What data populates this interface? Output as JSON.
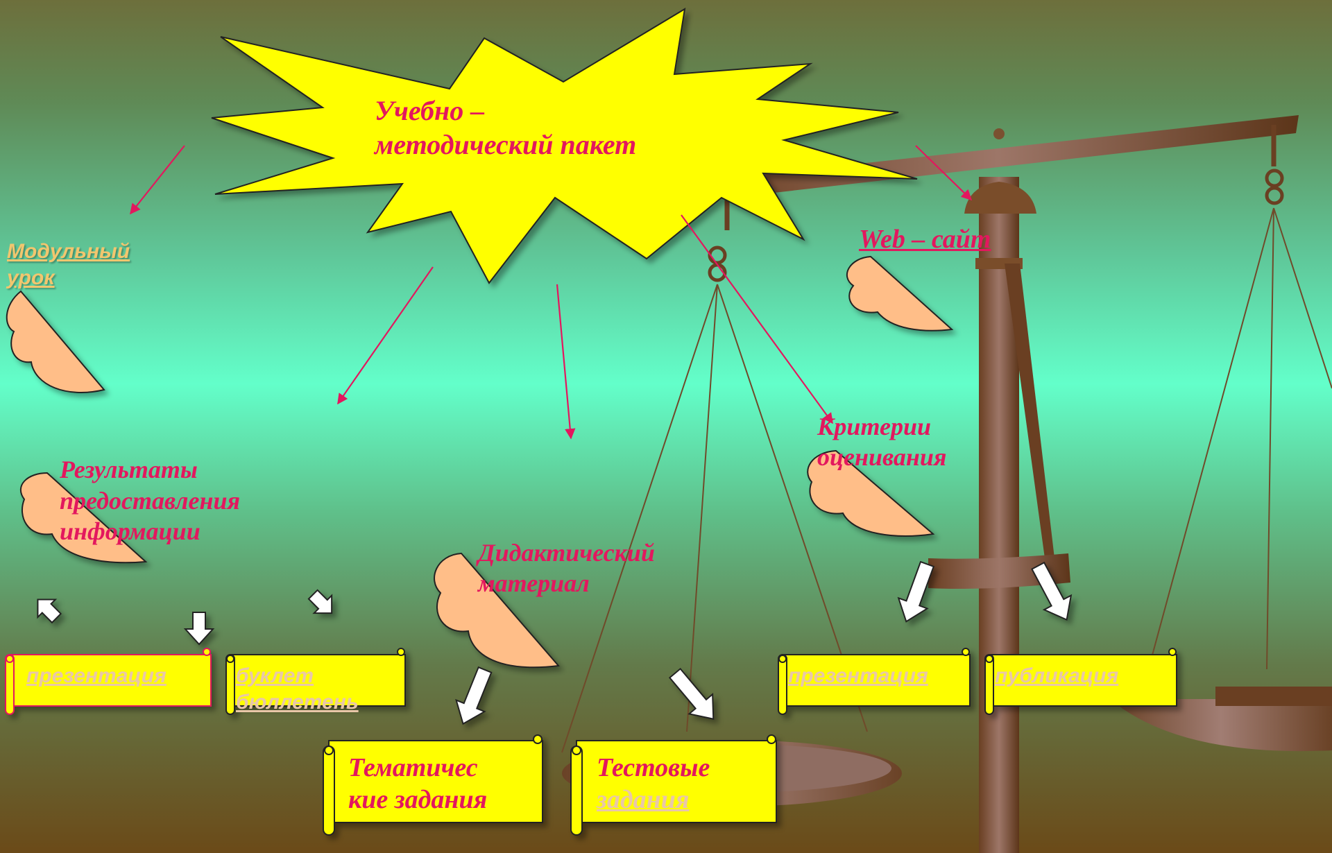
{
  "colors": {
    "accent_text": "#e3175e",
    "link_pale": "#e9c7a8",
    "link_orange": "#f2c66e",
    "starburst": "#ffff00",
    "scroll": "#ffff00",
    "cloud": "#ffbe88",
    "scale": "#7d5234"
  },
  "title": {
    "line1": "Учебно –",
    "line2": "методический пакет"
  },
  "nodes": {
    "modular_lesson": {
      "line1": "Модульный",
      "line2": "урок"
    },
    "results": {
      "line1": "Результаты",
      "line2": "предоставления",
      "line3": "информации"
    },
    "didactic": {
      "line1": "Дидактический",
      "line2": "материал"
    },
    "criteria": {
      "line1": "Критерии",
      "line2": "оценивания"
    },
    "website": {
      "label": "Web – сайт"
    }
  },
  "scrolls": {
    "presentation_1": {
      "label": "презентация"
    },
    "booklet": {
      "line1": "буклет",
      "line2": "бюллетень"
    },
    "thematic": {
      "line1": "Тематичес",
      "line2": "кие задания"
    },
    "tests": {
      "line1": "Тестовые",
      "line2": "задания"
    },
    "presentation_2": {
      "label": "презентация"
    },
    "publication": {
      "label": "публикация"
    }
  }
}
